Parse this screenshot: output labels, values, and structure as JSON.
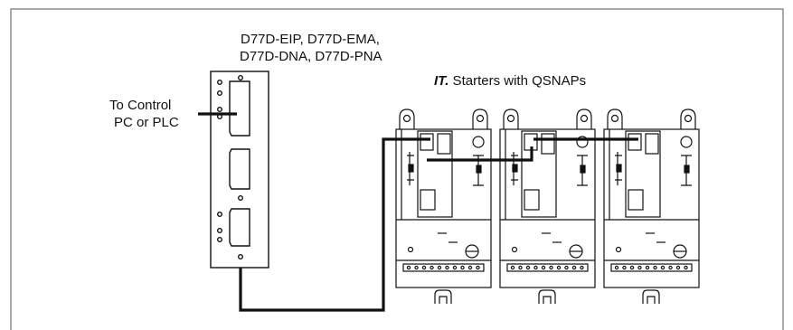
{
  "module": {
    "models_line1": "D77D-EIP, D77D-EMA,",
    "models_line2": "D77D-DNA, D77D-PNA"
  },
  "control_label": {
    "line1": "To Control",
    "line2": "PC or PLC"
  },
  "starters_label": {
    "prefix": "IT.",
    "text": " Starters with QSNAPs"
  },
  "starters": {
    "count": 3
  }
}
